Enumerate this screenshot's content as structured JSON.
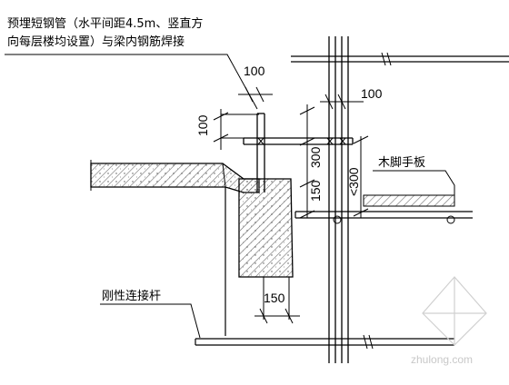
{
  "annotations": {
    "pipe_note_line1": "预埋短钢管（水平间距4.5m、竖直方",
    "pipe_note_line2": "向每层楼均设置）与梁内钢筋焊接",
    "scaffold_board": "木脚手板",
    "rigid_member": "刚性连接杆"
  },
  "dimensions": {
    "top_width": "100",
    "right_width": "100",
    "left_height": "100",
    "vertical_300": "300",
    "vertical_150": "150",
    "right_300": "<300",
    "bottom_150": "150"
  },
  "watermark": {
    "text": "zhulong.com"
  },
  "colors": {
    "line": "#000000",
    "hatch": "#555555",
    "background": "#ffffff",
    "watermark": "#c8c8c8"
  }
}
